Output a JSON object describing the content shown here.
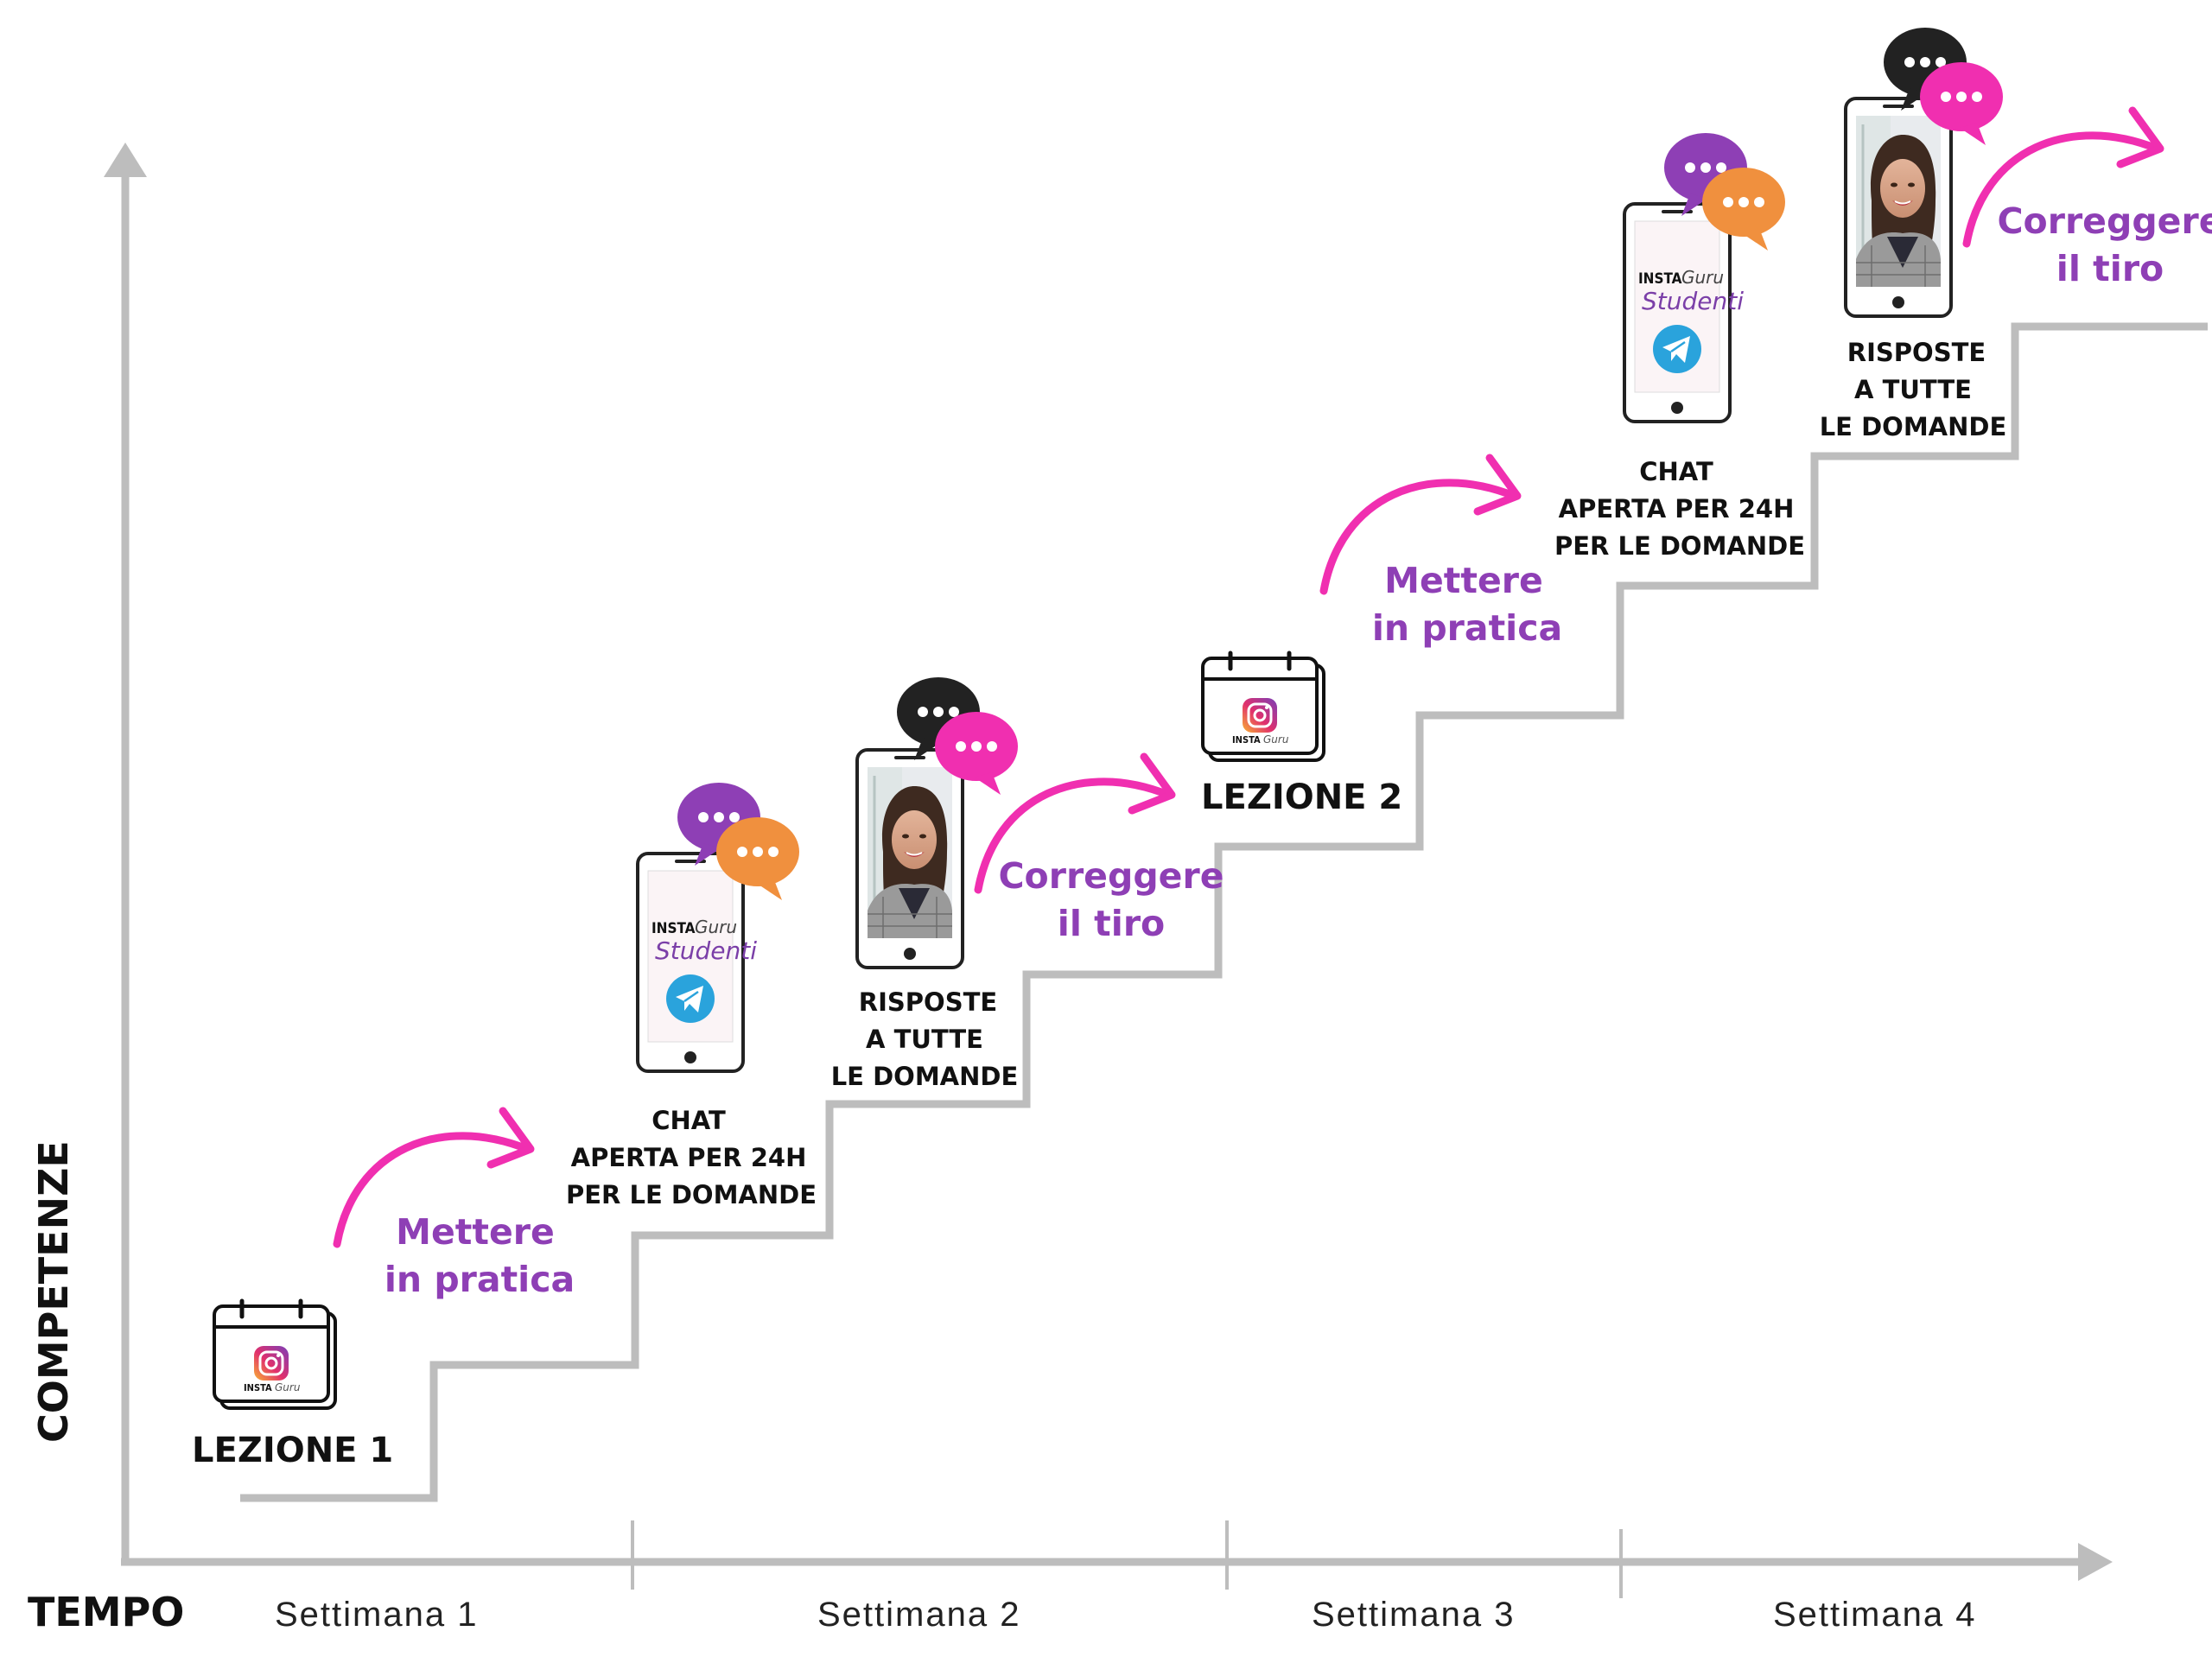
{
  "axes": {
    "y_label": "COMPETENZE",
    "x_label": "TEMPO"
  },
  "weeks": [
    "Settimana 1",
    "Settimana 2",
    "Settimana 3",
    "Settimana 4"
  ],
  "steps": {
    "lesson1": "LEZIONE 1",
    "lesson2": "LEZIONE 2",
    "practice1": [
      "Mettere",
      "in pratica"
    ],
    "practice2": [
      "Mettere",
      "in pratica"
    ],
    "chat1": [
      "CHAT",
      "APERTA PER 24H",
      "PER LE DOMANDE"
    ],
    "chat2": [
      "CHAT",
      "APERTA PER 24H",
      "PER LE DOMANDE"
    ],
    "answers1": [
      "RISPOSTE",
      "A TUTTE",
      "LE DOMANDE"
    ],
    "answers2": [
      "RISPOSTE",
      "A TUTTE",
      "LE DOMANDE"
    ],
    "correct1": [
      "Correggere",
      "il tiro"
    ],
    "correct2": [
      "Correggere",
      "il tiro"
    ]
  },
  "phone_screen": {
    "brand": "INSTA",
    "brand_script": "Guru",
    "subtitle": "Studenti"
  },
  "colors": {
    "axis": "#bdbdbd",
    "stairs": "#bdbdbd",
    "arrow": "#f02fb0",
    "purple_text": "#8e3fb5",
    "bubble_purple": "#8e3fb5",
    "bubble_orange": "#f0903e",
    "bubble_black": "#222222",
    "bubble_pink": "#f02fb0",
    "telegram": "#2aa3dc"
  },
  "icons": [
    "calendar-icon",
    "instagram-icon",
    "phone-icon",
    "chat-bubble-icon",
    "telegram-icon",
    "curved-arrow-icon"
  ]
}
